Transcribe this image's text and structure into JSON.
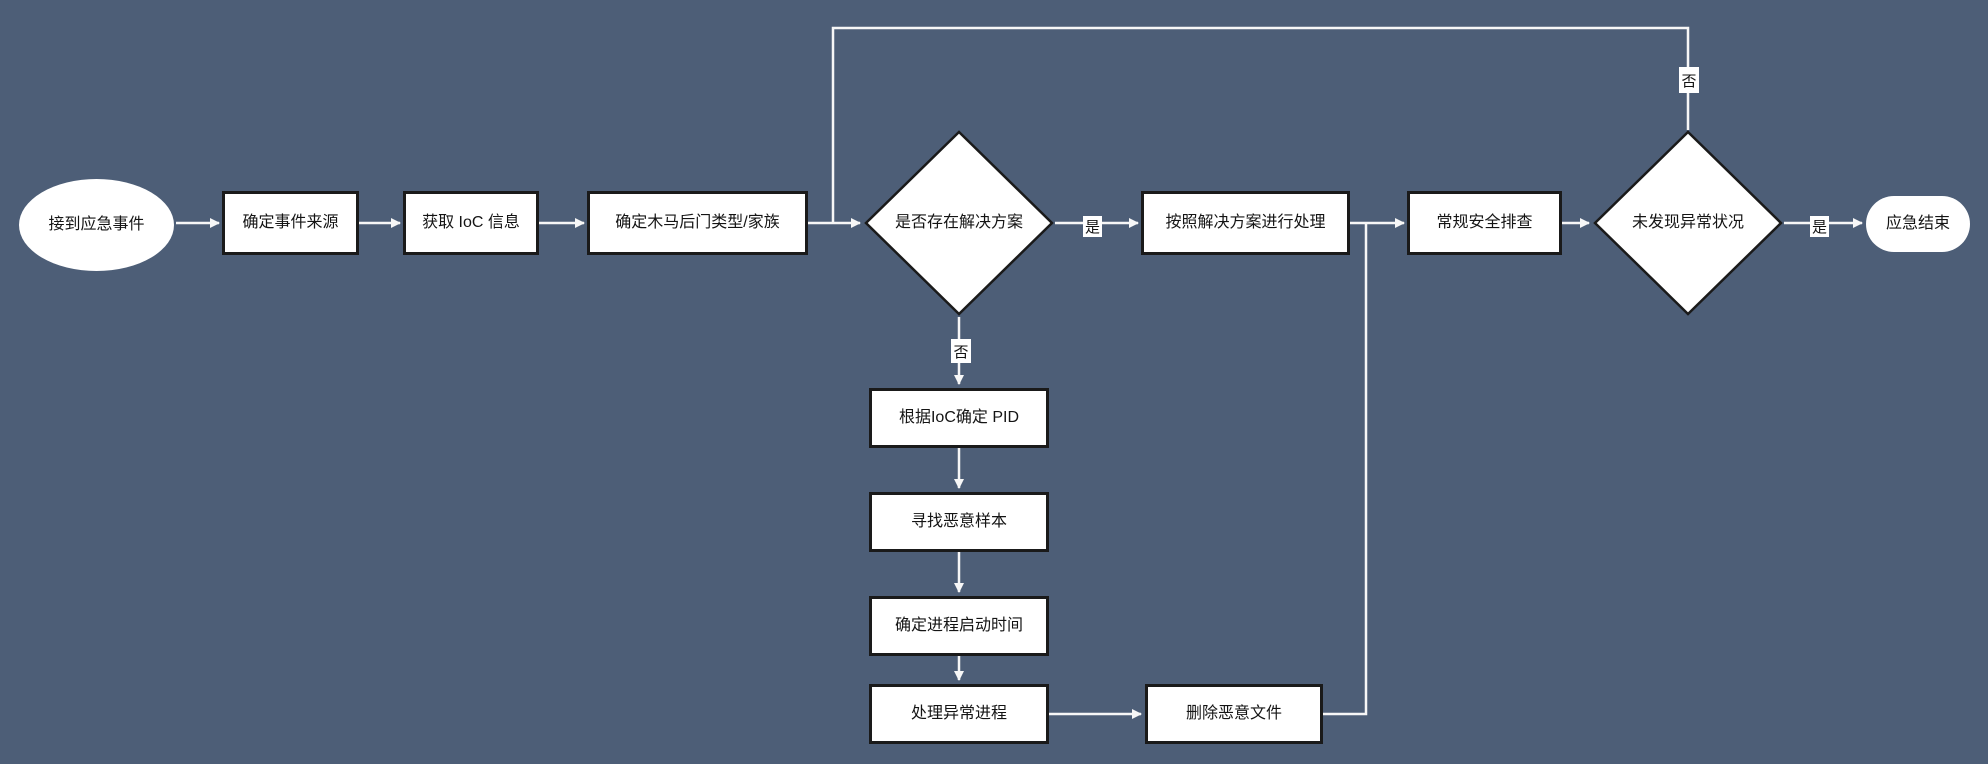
{
  "diagram": {
    "description": "Emergency response flowchart for trojan/backdoor incident handling",
    "colors": {
      "background": "#4d5e77",
      "node_fill": "#ffffff",
      "node_border": "#1a1a1a",
      "connector": "#f7f7f7",
      "text": "#141414"
    },
    "nodes": [
      {
        "id": "start",
        "type": "terminator",
        "label": "接到应急事件"
      },
      {
        "id": "determine-source",
        "type": "process",
        "label": "确定事件来源"
      },
      {
        "id": "get-ioc",
        "type": "process",
        "label": "获取 IoC 信息"
      },
      {
        "id": "determine-trojan-type",
        "type": "process",
        "label": "确定木马后门类型/家族"
      },
      {
        "id": "solution-exists-decision",
        "type": "decision",
        "label": "是否存在解决方案"
      },
      {
        "id": "apply-solution",
        "type": "process",
        "label": "按照解决方案进行处理"
      },
      {
        "id": "routine-security-check",
        "type": "process",
        "label": "常规安全排查"
      },
      {
        "id": "no-anomaly-decision",
        "type": "decision",
        "label": "未发现异常状况"
      },
      {
        "id": "end",
        "type": "terminator",
        "label": "应急结束"
      },
      {
        "id": "determine-pid",
        "type": "process",
        "label": "根据IoC确定 PID"
      },
      {
        "id": "find-malicious-sample",
        "type": "process",
        "label": "寻找恶意样本"
      },
      {
        "id": "determine-process-start-time",
        "type": "process",
        "label": "确定进程启动时间"
      },
      {
        "id": "handle-abnormal-process",
        "type": "process",
        "label": "处理异常进程"
      },
      {
        "id": "delete-malicious-files",
        "type": "process",
        "label": "删除恶意文件"
      }
    ],
    "edge_labels": {
      "yes": "是",
      "no": "否"
    },
    "edges": [
      {
        "from": "start",
        "to": "determine-source",
        "label": ""
      },
      {
        "from": "determine-source",
        "to": "get-ioc",
        "label": ""
      },
      {
        "from": "get-ioc",
        "to": "determine-trojan-type",
        "label": ""
      },
      {
        "from": "determine-trojan-type",
        "to": "solution-exists-decision",
        "label": ""
      },
      {
        "from": "solution-exists-decision",
        "to": "apply-solution",
        "label": "是"
      },
      {
        "from": "solution-exists-decision",
        "to": "determine-pid",
        "label": "否"
      },
      {
        "from": "apply-solution",
        "to": "routine-security-check",
        "label": ""
      },
      {
        "from": "routine-security-check",
        "to": "no-anomaly-decision",
        "label": ""
      },
      {
        "from": "no-anomaly-decision",
        "to": "end",
        "label": "是"
      },
      {
        "from": "no-anomaly-decision",
        "to": "solution-exists-decision",
        "label": "否"
      },
      {
        "from": "determine-pid",
        "to": "find-malicious-sample",
        "label": ""
      },
      {
        "from": "find-malicious-sample",
        "to": "determine-process-start-time",
        "label": ""
      },
      {
        "from": "determine-process-start-time",
        "to": "handle-abnormal-process",
        "label": ""
      },
      {
        "from": "handle-abnormal-process",
        "to": "delete-malicious-files",
        "label": ""
      },
      {
        "from": "delete-malicious-files",
        "to": "routine-security-check",
        "label": ""
      }
    ]
  }
}
